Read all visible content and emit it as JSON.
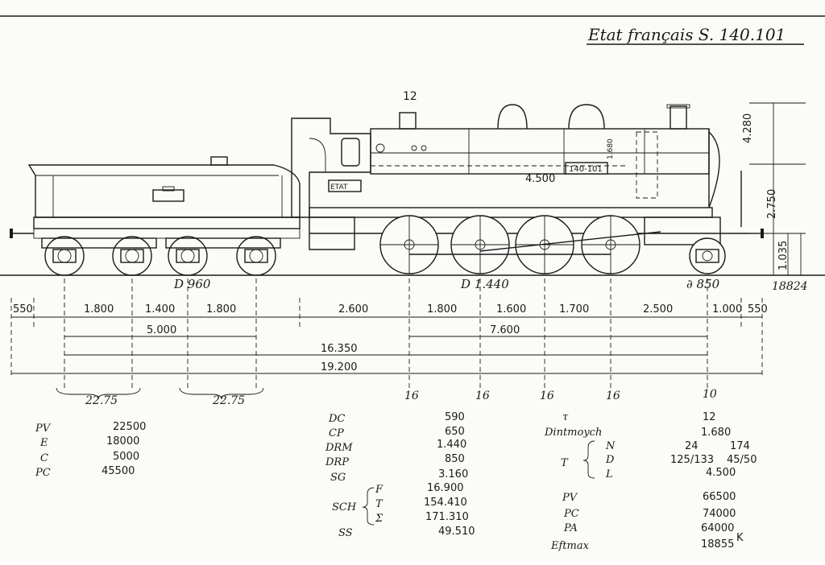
{
  "title": "Etat français  S. 140.101",
  "loco": {
    "chimney_label": "12",
    "number_plate": "140-101",
    "tender_plate": "ETAT",
    "boiler_dim": "4.500",
    "dome_dim": "1.680"
  },
  "vertical_dims": [
    "4.280",
    "2.750",
    "1.035"
  ],
  "wheel_labels": {
    "tender": "D 960",
    "driving": "D 1.440",
    "leading": "∂ 850",
    "rail_gauge": "18824"
  },
  "horizontal_dims": {
    "row1": [
      "550",
      "1.800",
      "1.400",
      "1.800",
      "2.600",
      "1.800",
      "1.600",
      "1.700",
      "2.500",
      "1.000",
      "550"
    ],
    "row2": [
      "5.000",
      "7.600"
    ],
    "row3": [
      "16.350"
    ],
    "row4": [
      "19.200"
    ]
  },
  "axle_loads": [
    "16",
    "16",
    "16",
    "16",
    "10"
  ],
  "tender_axle_groups": [
    "22.75",
    "22.75"
  ],
  "table_left": [
    {
      "label": "PV",
      "value": "22500"
    },
    {
      "label": "E",
      "value": "18000"
    },
    {
      "label": "C",
      "value": "5000"
    },
    {
      "label": "PC",
      "value": "45500"
    }
  ],
  "table_mid": [
    {
      "label": "DC",
      "value": "590"
    },
    {
      "label": "CP",
      "value": "650"
    },
    {
      "label": "DRM",
      "value": "1.440"
    },
    {
      "label": "DRP",
      "value": "850"
    },
    {
      "label": "SG",
      "value": "3.160"
    },
    {
      "label": "F",
      "value": "16.900"
    },
    {
      "label": "T",
      "value": "154.410"
    },
    {
      "label": "Σ",
      "value": "171.310"
    },
    {
      "label": "SS",
      "value": "49.510"
    }
  ],
  "table_mid_group": "SCH",
  "table_right": {
    "tau_label": "τ",
    "tau_value": "12",
    "dint_label": "Dintmoych",
    "dint_value": "1.680",
    "t_group": "T",
    "n_label": "N",
    "n_value1": "24",
    "n_value2": "174",
    "d_label": "D",
    "d_value1": "125/133",
    "d_value2": "45/50",
    "l_label": "L",
    "l_value": "4.500",
    "pv_label": "PV",
    "pv_value": "66500",
    "pc_label": "PC",
    "pc_value": "74000",
    "pa_label": "PA",
    "pa_value": "64000",
    "eff_label": "Eftmax",
    "eff_value": "18855",
    "eff_unit": "K"
  }
}
